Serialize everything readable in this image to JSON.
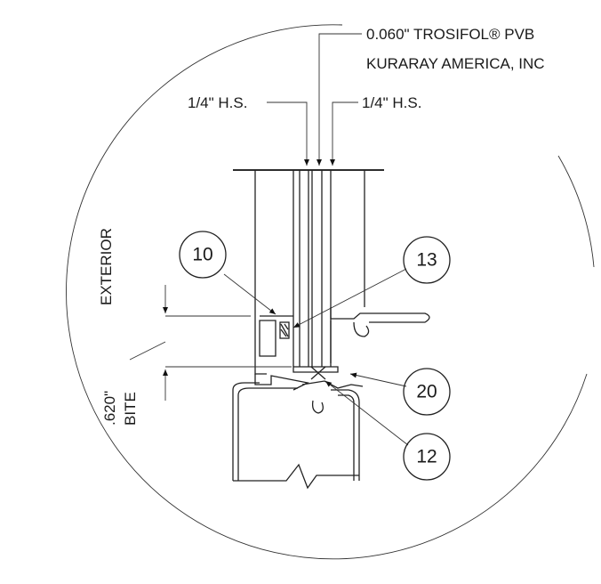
{
  "labels": {
    "interlayer_line1": "0.060\"  TROSIFOL® PVB",
    "interlayer_line2": "KURARAY AMERICA, INC",
    "glass_left": "1/4\" H.S.",
    "glass_right": "1/4\" H.S.",
    "exterior": "EXTERIOR",
    "bite_value": ".620\"",
    "bite_label": "BITE"
  },
  "callouts": [
    {
      "id": "callout-10",
      "number": "10"
    },
    {
      "id": "callout-13",
      "number": "13"
    },
    {
      "id": "callout-20",
      "number": "20"
    },
    {
      "id": "callout-12",
      "number": "12"
    }
  ]
}
